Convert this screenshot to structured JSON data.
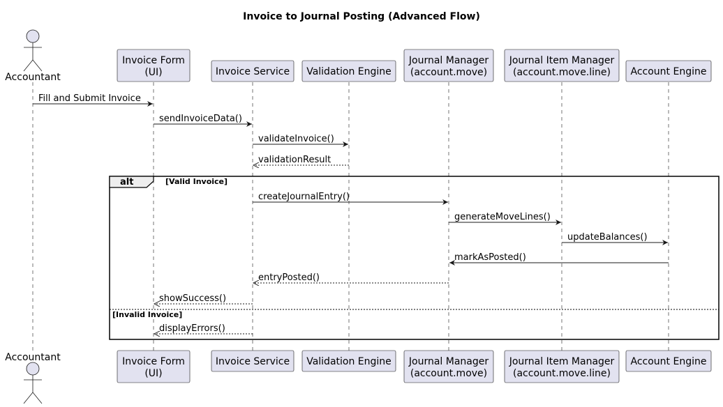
{
  "title": "Invoice to Journal Posting (Advanced Flow)",
  "participants": [
    {
      "id": "accountant",
      "type": "actor",
      "lines": [
        "Accountant"
      ]
    },
    {
      "id": "invoice-form",
      "type": "participant",
      "lines": [
        "Invoice Form",
        "(UI)"
      ]
    },
    {
      "id": "invoice-service",
      "type": "participant",
      "lines": [
        "Invoice Service"
      ]
    },
    {
      "id": "validation-engine",
      "type": "participant",
      "lines": [
        "Validation Engine"
      ]
    },
    {
      "id": "journal-manager",
      "type": "participant",
      "lines": [
        "Journal Manager",
        "(account.move)"
      ]
    },
    {
      "id": "journal-item-manager",
      "type": "participant",
      "lines": [
        "Journal Item Manager",
        "(account.move.line)"
      ]
    },
    {
      "id": "account-engine",
      "type": "participant",
      "lines": [
        "Account Engine"
      ]
    }
  ],
  "messages": [
    {
      "from": 0,
      "to": 1,
      "label": "Fill and Submit Invoice",
      "style": "solid"
    },
    {
      "from": 1,
      "to": 2,
      "label": "sendInvoiceData()",
      "style": "solid"
    },
    {
      "from": 2,
      "to": 3,
      "label": "validateInvoice()",
      "style": "solid"
    },
    {
      "from": 3,
      "to": 2,
      "label": "validationResult",
      "style": "dashed"
    },
    {
      "from": 2,
      "to": 4,
      "label": "createJournalEntry()",
      "style": "solid"
    },
    {
      "from": 4,
      "to": 5,
      "label": "generateMoveLines()",
      "style": "solid"
    },
    {
      "from": 5,
      "to": 6,
      "label": "updateBalances()",
      "style": "solid"
    },
    {
      "from": 6,
      "to": 4,
      "label": "markAsPosted()",
      "style": "solid"
    },
    {
      "from": 4,
      "to": 2,
      "label": "entryPosted()",
      "style": "dashed"
    },
    {
      "from": 2,
      "to": 1,
      "label": "showSuccess()",
      "style": "dashed"
    },
    {
      "from": 2,
      "to": 1,
      "label": "displayErrors()",
      "style": "dashed"
    }
  ],
  "fragment": {
    "keyword": "alt",
    "guard": "[Valid Invoice]",
    "else_guard": "[Invalid Invoice]"
  }
}
